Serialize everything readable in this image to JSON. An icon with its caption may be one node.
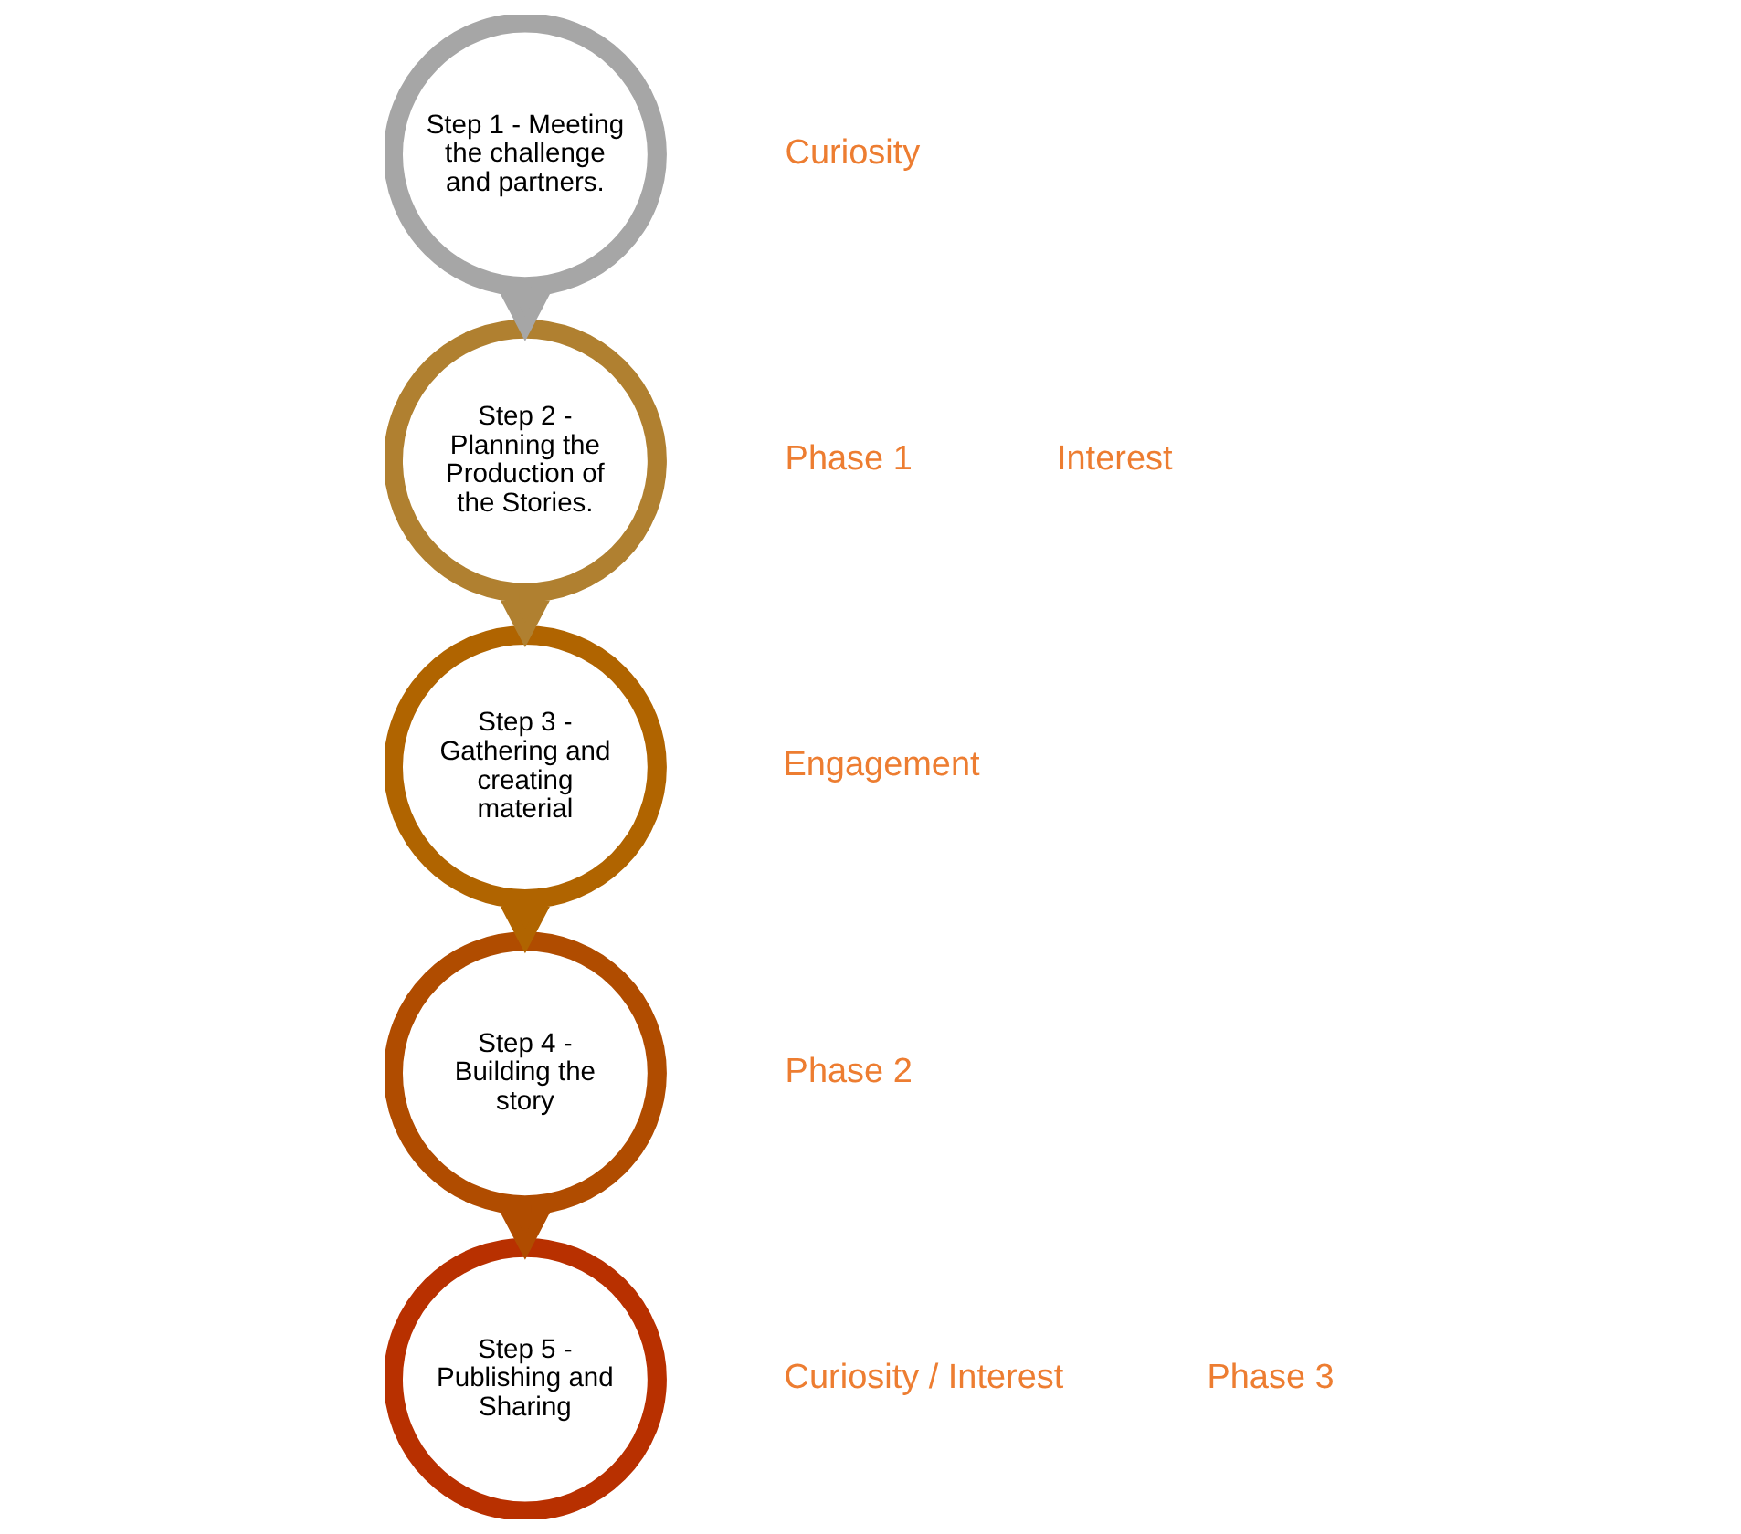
{
  "diagram": {
    "nodes": [
      {
        "text": [
          "Step 1 - Meeting the challenge and partners."
        ]
      },
      {
        "text": [
          "Step 2 - Planning the Production of the Stories."
        ]
      },
      {
        "text": [
          "Step 3 - Gathering and creating material"
        ]
      },
      {
        "text": [
          "Step 4 - Building the story"
        ]
      },
      {
        "text": [
          "Step 5 - Publishing and Sharing"
        ]
      }
    ],
    "edges": [
      {
        "from": 0,
        "to": 1,
        "arrow": "to",
        "style": "thick",
        "color": "#a6a6a6"
      },
      {
        "from": 1,
        "to": 2,
        "arrow": "to",
        "style": "thick",
        "color": "#b08030"
      },
      {
        "from": 2,
        "to": 3,
        "arrow": "to",
        "style": "thick",
        "color": "#b06400"
      },
      {
        "from": 3,
        "to": 4,
        "arrow": "to",
        "style": "thick",
        "color": "#b04c00"
      }
    ],
    "labels": [
      "Curiosity",
      "Phase 1",
      "Interest",
      "Engagement",
      "Phase 2",
      "Curiosity / Interest",
      "Phase 3"
    ]
  }
}
